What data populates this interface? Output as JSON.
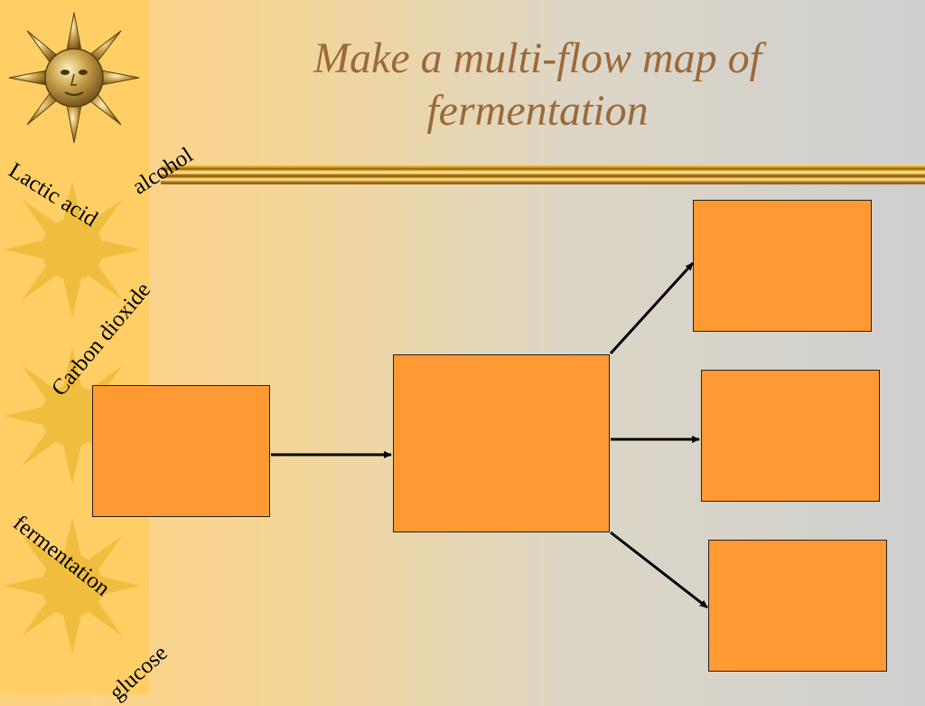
{
  "title": {
    "line1": "Make a multi-flow map of",
    "line2": "fermentation"
  },
  "word_bank": [
    "alcohol",
    "Lactic acid",
    "Carbon dioxide",
    "fermentation",
    "glucose"
  ],
  "colors": {
    "box_fill": "#ff9933",
    "title_color": "#9b6a3a",
    "sidebar": "#ffcf66"
  },
  "icons": [
    "sun-face-icon",
    "sun-icon"
  ]
}
